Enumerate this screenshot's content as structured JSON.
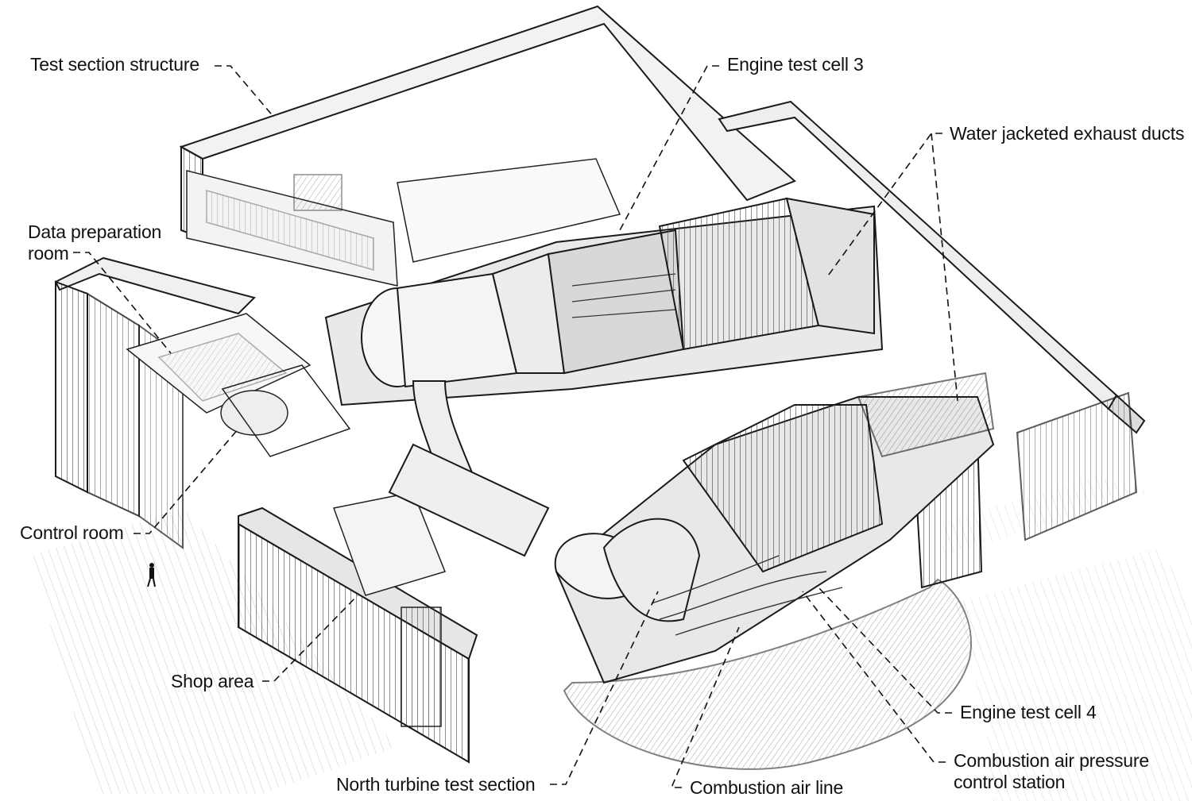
{
  "diagram": {
    "labels": {
      "test_section_structure": "Test section structure",
      "engine_test_cell_3": "Engine test cell 3",
      "water_jacketed_exhaust_ducts": "Water jacketed exhaust ducts",
      "data_preparation_room_1": "Data preparation",
      "data_preparation_room_2": "room",
      "control_room": "Control room",
      "shop_area": "Shop area",
      "north_turbine_test_section": "North turbine test section",
      "combustion_air_line": "Combustion air line",
      "engine_test_cell_4": "Engine test cell 4",
      "combustion_air_pressure_control_station_1": "Combustion air pressure",
      "combustion_air_pressure_control_station_2": "control station"
    },
    "colors": {
      "ink": "#1a1a1a",
      "paper": "#ffffff",
      "shade": "#d9d9d9",
      "shade_dark": "#9a9a9a"
    }
  }
}
